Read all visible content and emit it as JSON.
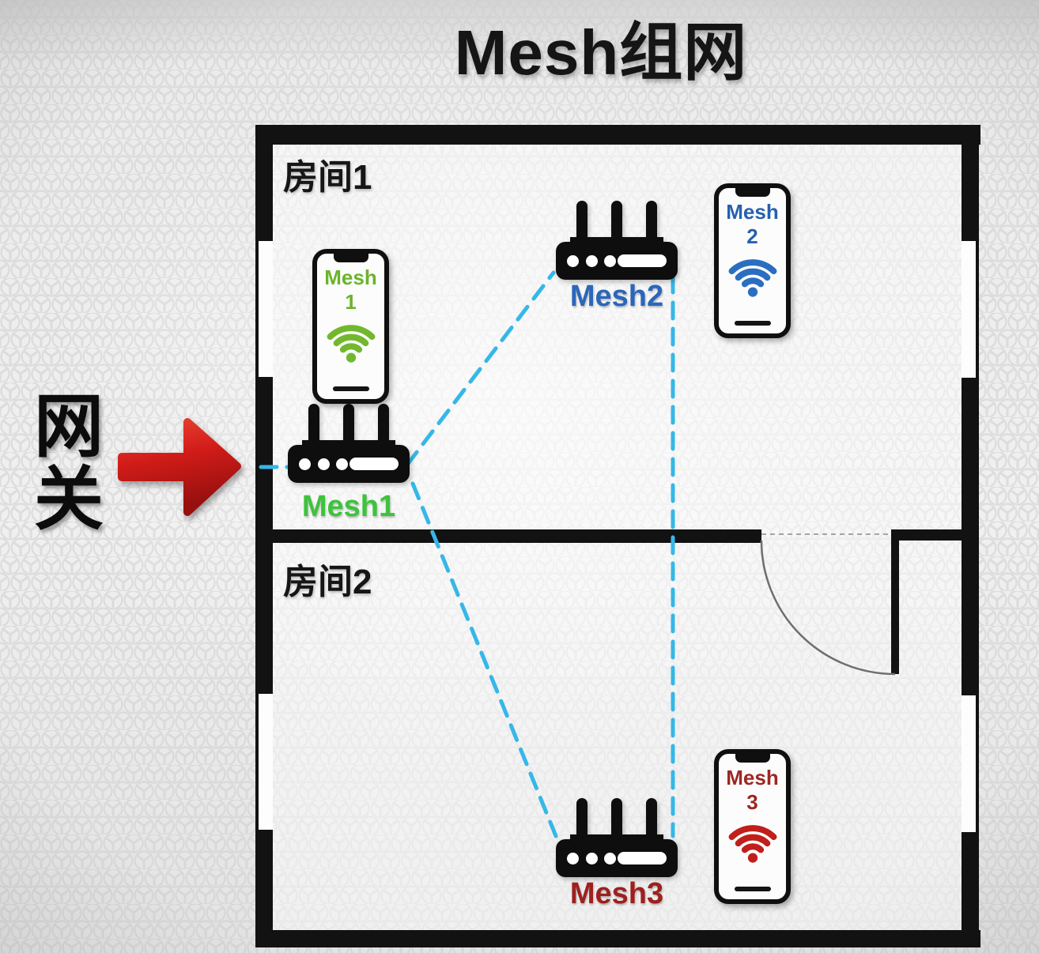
{
  "title": "Mesh组网",
  "gateway": {
    "label": "网关",
    "arrow_color": "#c81815"
  },
  "rooms": [
    {
      "label": "房间1"
    },
    {
      "label": "房间2"
    }
  ],
  "routers": [
    {
      "label": "Mesh1",
      "label_color": "#3dc33c"
    },
    {
      "label": "Mesh2",
      "label_color": "#2b66bb"
    },
    {
      "label": "Mesh3",
      "label_color": "#9e201d"
    }
  ],
  "phones": [
    {
      "label": "Mesh 1",
      "text_color": "#6cb32b",
      "wifi_color": "#72b82d"
    },
    {
      "label": "Mesh 2",
      "text_color": "#2660ae",
      "wifi_color": "#2b6ec1"
    },
    {
      "label": "Mesh 3",
      "text_color": "#9c2723",
      "wifi_color": "#c01f1b"
    }
  ],
  "connections": {
    "color": "#36b7e8",
    "style": "dashed",
    "links": [
      "gateway → Mesh1 router",
      "Mesh1 router → Mesh2 router",
      "Mesh1 router → Mesh3 router",
      "Mesh2 router → Mesh3 router"
    ]
  }
}
